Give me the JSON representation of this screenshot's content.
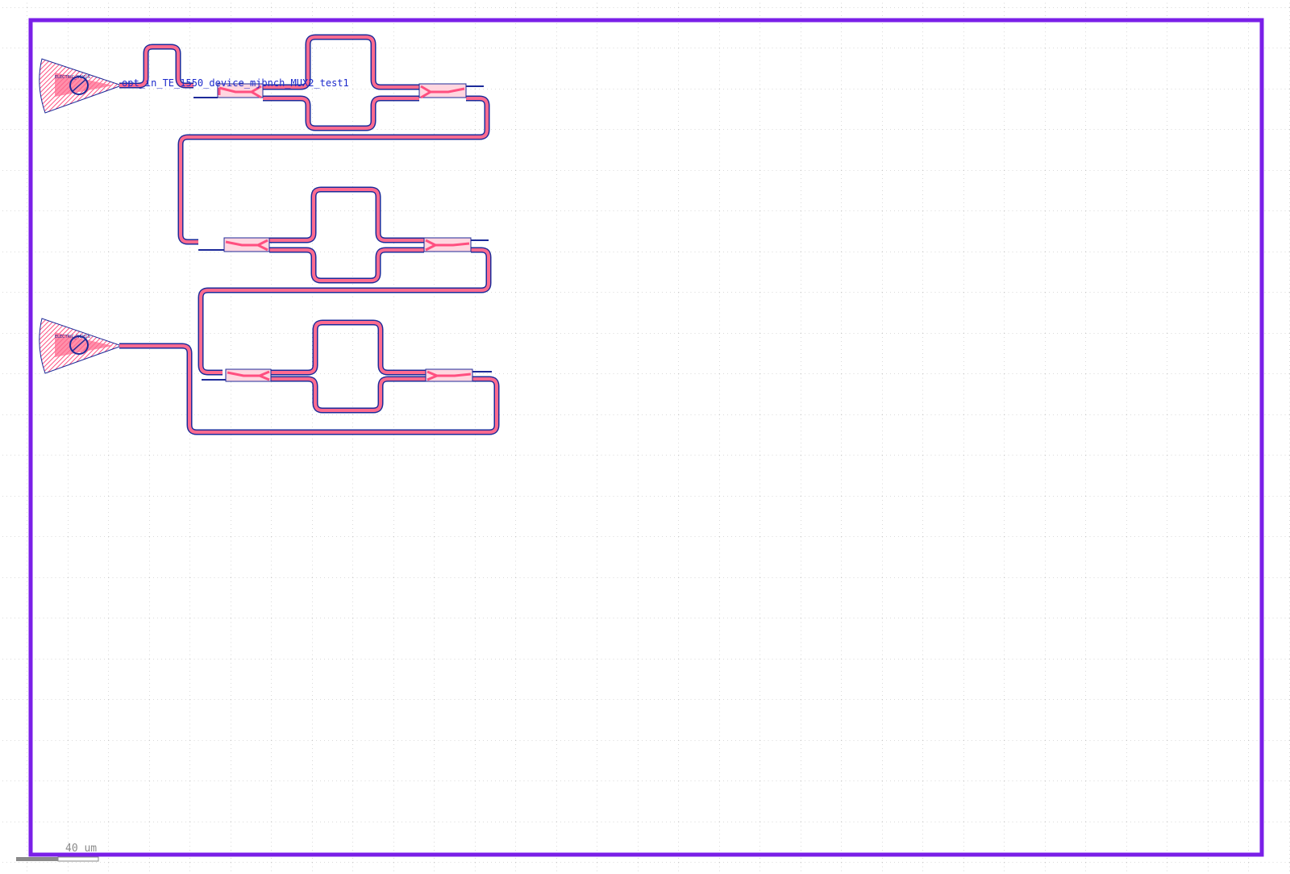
{
  "device_label": "opt_in_TE_1550_device_mjbnch_MUX2_test1",
  "scale_bar": {
    "label": "40 um"
  },
  "grating_couplers": [
    {
      "id": "gc-top",
      "tiny_label": "ELECTRIC_NEXUS"
    },
    {
      "id": "gc-bottom",
      "tiny_label": "ELECTRIC_NEXUS"
    }
  ],
  "stages": [
    {
      "id": "mzi-1",
      "splitters": 2
    },
    {
      "id": "mzi-2",
      "splitters": 2
    },
    {
      "id": "mzi-3",
      "splitters": 2
    }
  ],
  "colors": {
    "floorplan_box": "#7a1fe8",
    "waveguide_core": "#ff6b8f",
    "waveguide_edge": "#1c2a99",
    "grid_dot": "#b5b5b5",
    "label_text": "#1c2acc",
    "scale_text": "#8a8a8a"
  }
}
